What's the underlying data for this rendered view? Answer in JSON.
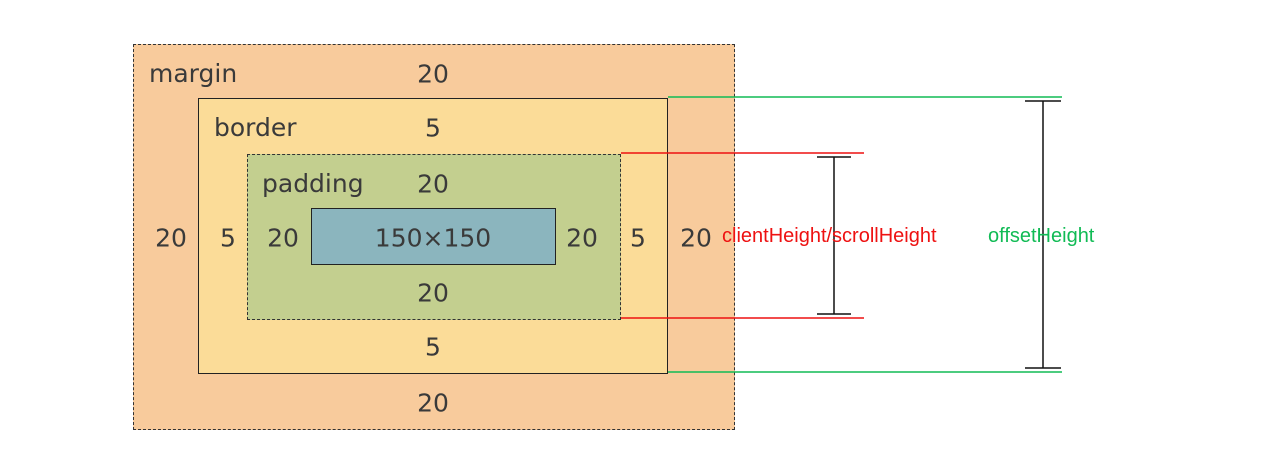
{
  "box_model": {
    "margin": {
      "name": "margin",
      "top": "20",
      "right": "20",
      "bottom": "20",
      "left": "20"
    },
    "border": {
      "name": "border",
      "top": "5",
      "right": "5",
      "bottom": "5",
      "left": "5"
    },
    "padding": {
      "name": "padding",
      "top": "20",
      "right": "20",
      "bottom": "20",
      "left": "20"
    },
    "content": {
      "size": "150×150"
    }
  },
  "measurements": {
    "client_scroll": {
      "label": "clientHeight/scrollHeight",
      "color": "#ee1111"
    },
    "offset": {
      "label": "offsetHeight",
      "color": "#11bb55"
    }
  },
  "colors": {
    "margin": "#f8cb9c",
    "border": "#fbdc98",
    "padding": "#c3cf8f",
    "content": "#8bb5be"
  }
}
